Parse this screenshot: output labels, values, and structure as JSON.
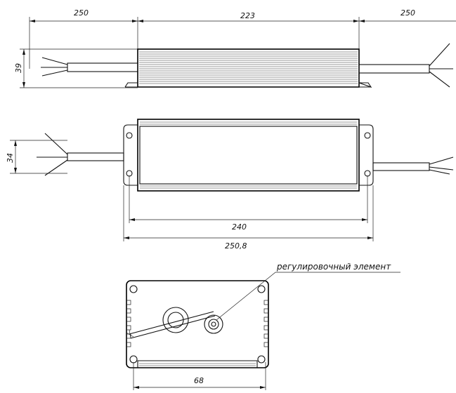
{
  "dimensions": {
    "side_view": {
      "left_cable_length": "250",
      "body_length": "223",
      "right_cable_length": "250",
      "height": "39"
    },
    "top_view": {
      "width": "34",
      "mount_hole_distance": "240",
      "overall_length": "250,8"
    },
    "end_view": {
      "width": "68",
      "callout_label": "регулировочный элемент"
    }
  },
  "colors": {
    "line": "#000000",
    "background": "#ffffff"
  }
}
